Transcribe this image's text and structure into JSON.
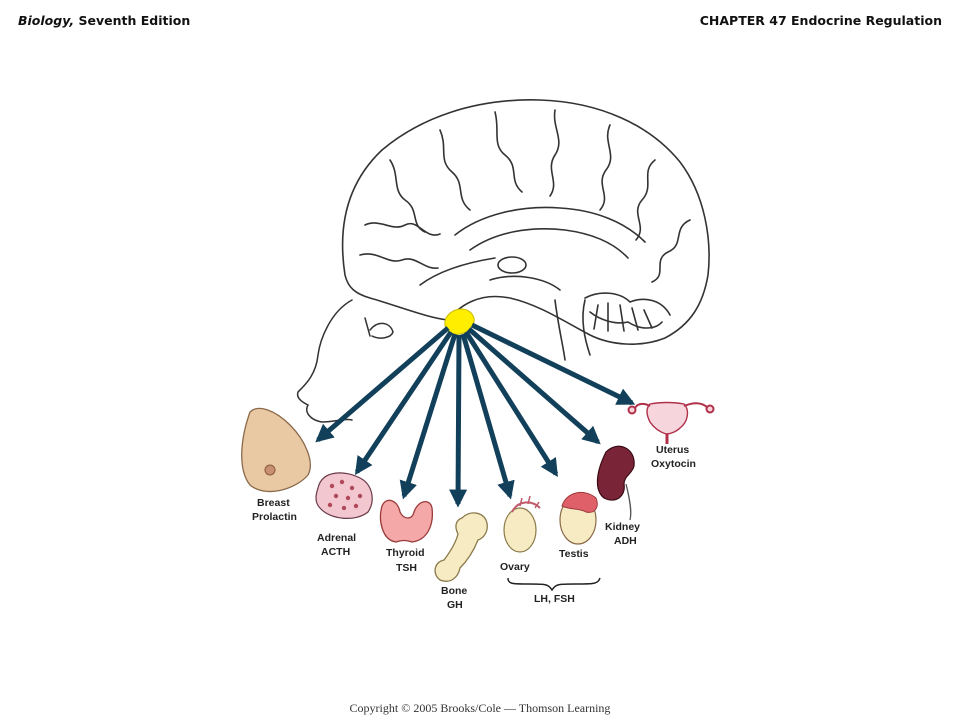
{
  "header": {
    "book_title_italic": "Biology,",
    "book_title_rest": " Seventh Edition",
    "chapter": "CHAPTER 47 Endocrine Regulation"
  },
  "colors": {
    "arrow": "#12405a",
    "pituitary": "#ffee00",
    "brain_outline": "#333333"
  },
  "targets": {
    "breast": {
      "organ": "Breast",
      "hormone": "Prolactin"
    },
    "adrenal": {
      "organ": "Adrenal",
      "hormone": "ACTH"
    },
    "thyroid": {
      "organ": "Thyroid",
      "hormone": "TSH"
    },
    "bone": {
      "organ": "Bone",
      "hormone": "GH"
    },
    "ovary": {
      "organ": "Ovary"
    },
    "testis": {
      "organ": "Testis"
    },
    "kidney": {
      "organ": "Kidney",
      "hormone": "ADH"
    },
    "uterus": {
      "organ": "Uterus",
      "hormone": "Oxytocin"
    },
    "gonad_hormones": "LH, FSH"
  },
  "footer": {
    "copyright": "Copyright © 2005 Brooks/Cole — Thomson Learning"
  }
}
